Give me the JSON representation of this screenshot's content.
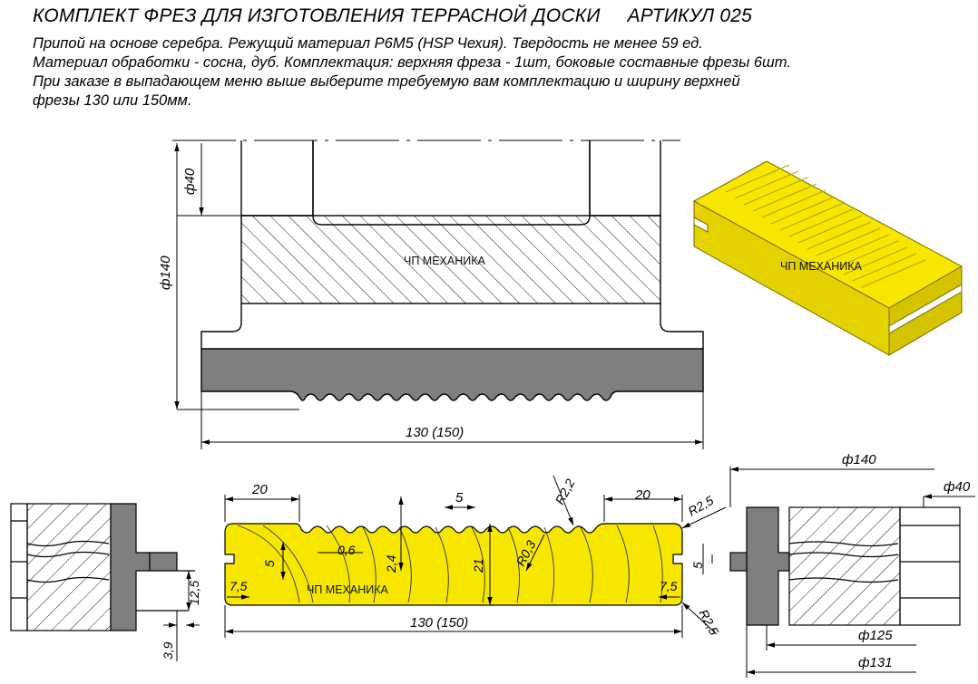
{
  "header": {
    "title": "КОМПЛЕКТ ФРЕЗ ДЛЯ ИЗГОТОВЛЕНИЯ ТЕРРАСНОЙ ДОСКИ",
    "article": "АРТИКУЛ 025",
    "lines": [
      "Припой на основе серебра. Режущий материал Р6М5 (HSP Чехия). Твердость не менее 59 ед.",
      "Материал обработки - сосна, дуб. Комплектация: верхняя фреза - 1шт, боковые составные фрезы 6шт.",
      "При заказе в выпадающем меню выше выберите требуемую вам комплектацию и ширину верхней",
      "фрезы 130 или 150мм."
    ]
  },
  "watermark": "ЧП МЕХАНИКА",
  "top_drawing": {
    "dim_bore": "ф40",
    "dim_outer": "ф140",
    "dim_width": "130 (150)"
  },
  "board_profile": {
    "dim_20_left": "20",
    "dim_5_top": "5",
    "dim_20_right": "20",
    "dim_r22": "R2,2",
    "dim_r25_top": "R2,5",
    "dim_r03": "R0,3",
    "dim_06": "0,6",
    "dim_24": "2,4",
    "dim_21": "21",
    "dim_5_left": "5",
    "dim_5_right": "5",
    "dim_75_left": "7,5",
    "dim_75_right": "7,5",
    "dim_r25_bottom": "R2,5",
    "dim_width": "130 (150)"
  },
  "left_cutter": {
    "dim_125": "12,5",
    "dim_39": "3,9"
  },
  "right_cutter": {
    "dim_140": "ф140",
    "dim_40": "ф40",
    "dim_125": "ф125",
    "dim_131": "ф131"
  },
  "colors": {
    "board_yellow": "#f6e600",
    "steel_gray": "#7f7f7f",
    "line": "#000000"
  }
}
